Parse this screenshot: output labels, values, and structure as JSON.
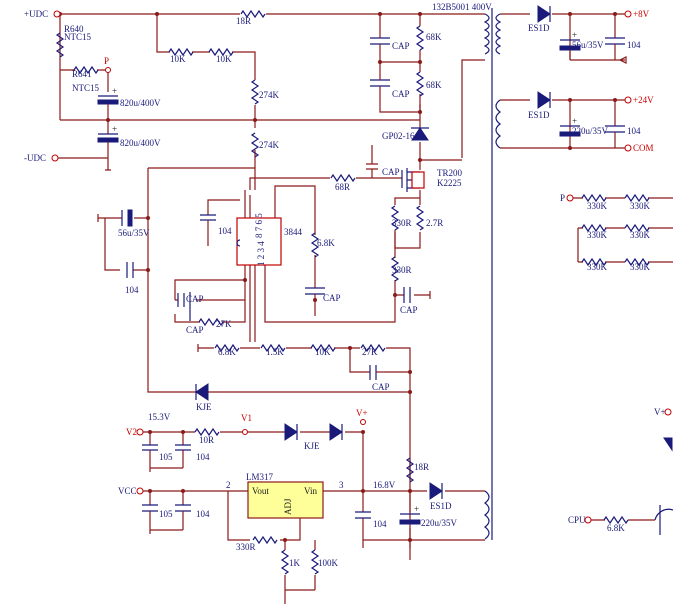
{
  "nets": {
    "udc_pos": "+UDC",
    "udc_neg": "-UDC",
    "p": "P",
    "p2": "P",
    "v2": "V2",
    "vcc": "VCC",
    "v1": "V1",
    "vplus": "V+",
    "vplus2": "V+",
    "cpu": "CPU",
    "out8": "+8V",
    "out24": "+24V",
    "com": "COM"
  },
  "labels": {
    "r640": "R640",
    "ntc15a": "NTC15",
    "r641": "R641",
    "ntc15b": "NTC15",
    "r18": "18R",
    "r10ka": "10K",
    "r10kb": "10K",
    "r274a": "274K",
    "r274b": "274K",
    "c820a": "820u/400V",
    "c820b": "820u/400V",
    "cap1": "CAP",
    "cap2": "CAP",
    "r68ka": "68K",
    "r68kb": "68K",
    "gp02": "GP02-16",
    "r68r": "68R",
    "cap3": "CAP",
    "tr200": "TR200",
    "k2225": "K2225",
    "r330a": "330R",
    "r27a": "2.7R",
    "r330b": "330R",
    "cap4": "CAP",
    "ic3844": "3844",
    "pins_top": "8 7 6 5",
    "pins_bot": "1 2 3 4",
    "c104a": "104",
    "c56": "56u/35V",
    "c104b": "104",
    "r68kc": "6.8K",
    "cap5": "CAP",
    "cap6": "CAP",
    "cap7": "CAP",
    "r27kb": "27K",
    "r68kd": "6.8K",
    "r15k": "1.5K",
    "r10kc": "10K",
    "r27kc": "27K",
    "cap8": "CAP",
    "kje1": "KJE",
    "v153": "15.3V",
    "r10r": "10R",
    "c105a": "105",
    "c104c": "104",
    "kje2": "KJE",
    "lm317": "LM317",
    "vout": "Vout",
    "vin": "Vin",
    "adj": "ADJ",
    "pin2": "2",
    "pin3": "3",
    "v168": "16.8V",
    "c105b": "105",
    "c104d": "104",
    "r330r": "330R",
    "r1k": "1K",
    "r100k": "100K",
    "c104e": "104",
    "r18r2": "18R",
    "es1d3": "ES1D",
    "c220b": "220u/35V",
    "transformer": "132B5001 400V",
    "es1d1": "ES1D",
    "c56b": "56u/35V",
    "c104f": "104",
    "es1d2": "ES1D",
    "c220a": "220u/35V",
    "c104g": "104",
    "r330k1": "330K",
    "r330k2": "330K",
    "r330k3": "330K",
    "r330k4": "330K",
    "r330k5": "330K",
    "r330k6": "330K",
    "r68k_cpu": "6.8K"
  }
}
